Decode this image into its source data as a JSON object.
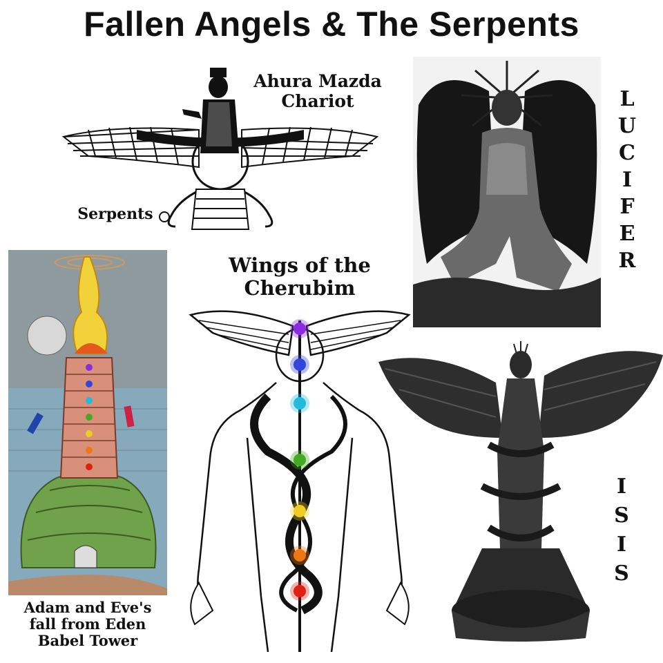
{
  "title": "Fallen Angels & The Serpents",
  "labels": {
    "ahura_mazda": "Ahura Mazda\nChariot",
    "serpents": "Serpents",
    "wings_cherubim": "Wings of the\nCherubim",
    "adam_eve": "Adam and Eve's\nfall from Eden\nBabel Tower"
  },
  "vertical": {
    "lucifer": [
      "L",
      "U",
      "C",
      "I",
      "F",
      "E",
      "R"
    ],
    "isis": [
      "I",
      "S",
      "I",
      "S"
    ]
  },
  "chakra_colors": [
    "#8a2be2",
    "#3344dd",
    "#22bbdd",
    "#44aa22",
    "#eecc22",
    "#ee7711",
    "#dd2211"
  ]
}
